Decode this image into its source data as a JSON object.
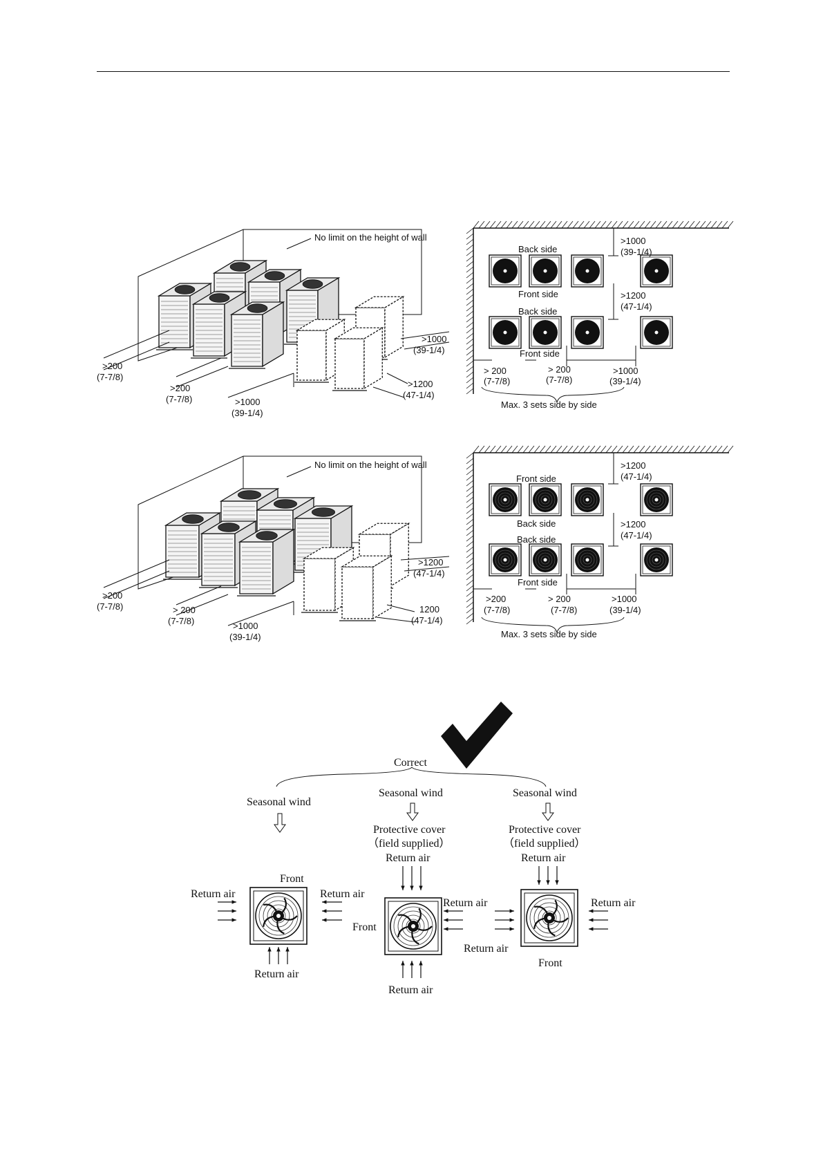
{
  "figure1": {
    "wall_note": "No limit on the height of wall",
    "dims": [
      {
        "v": ">200",
        "s": "(7-7/8)"
      },
      {
        "v": ">200",
        "s": "(7-7/8)"
      },
      {
        "v": ">1000",
        "s": "(39-1/4)"
      },
      {
        "v": ">1200",
        "s": "(47-1/4)"
      },
      {
        "v": ">1000",
        "s": "(39-1/4)"
      }
    ]
  },
  "plan1": {
    "labels": [
      "Back side",
      "Front side",
      "Back side",
      "Front side"
    ],
    "right_dims": [
      {
        "v": ">1000",
        "s": "(39-1/4)"
      },
      {
        "v": ">1200",
        "s": "(47-1/4)"
      }
    ],
    "bottom_dims": [
      {
        "v": "> 200",
        "s": "(7-7/8)"
      },
      {
        "v": "> 200",
        "s": "(7-7/8)"
      },
      {
        "v": ">1000",
        "s": "(39-1/4)"
      }
    ],
    "caption": "Max. 3 sets side by side"
  },
  "figure2": {
    "wall_note": "No limit on the height of wall",
    "dims": [
      {
        "v": ">200",
        "s": "(7-7/8)"
      },
      {
        "v": "> 200",
        "s": "(7-7/8)"
      },
      {
        "v": ">1000",
        "s": "(39-1/4)"
      },
      {
        "v": "1200",
        "s": "(47-1/4)"
      },
      {
        "v": ">1200",
        "s": "(47-1/4)"
      }
    ]
  },
  "plan2": {
    "labels": [
      "Front side",
      "Back side",
      "Back side",
      "Front side"
    ],
    "right_dims": [
      {
        "v": ">1200",
        "s": "(47-1/4)"
      },
      {
        "v": ">1200",
        "s": "(47-1/4)"
      }
    ],
    "bottom_dims": [
      {
        "v": ">200",
        "s": "(7-7/8)"
      },
      {
        "v": ">  200",
        "s": "(7-7/8)"
      },
      {
        "v": ">1000",
        "s": "(39-1/4)"
      }
    ],
    "caption": "Max. 3 sets side by side"
  },
  "wind": {
    "correct": "Correct",
    "seasonal_wind": "Seasonal wind",
    "protective_cover": "Protective cover",
    "field_supplied": "（field supplied）",
    "return_air": "Return air",
    "front": "Front"
  }
}
